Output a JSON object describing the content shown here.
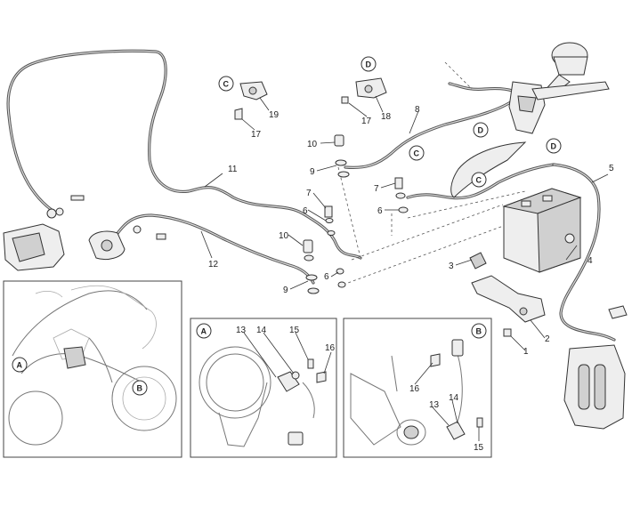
{
  "diagram": {
    "part_numbers": [
      "1",
      "2",
      "3",
      "4",
      "5",
      "6",
      "7",
      "8",
      "9",
      "10",
      "11",
      "12",
      "13",
      "14",
      "15",
      "16",
      "17",
      "18",
      "19"
    ],
    "connection_letters": [
      "A",
      "B",
      "C",
      "D"
    ]
  }
}
